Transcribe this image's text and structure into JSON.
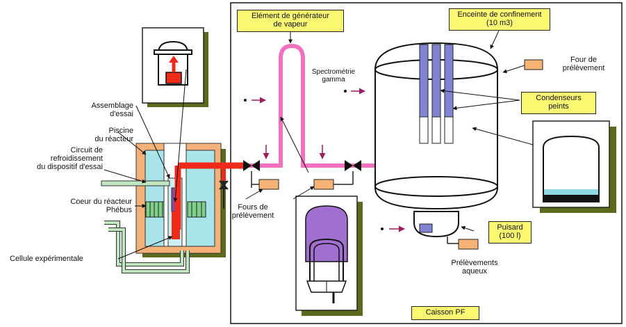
{
  "labels": {
    "steam_generator": {
      "line1": "Elément de générateur",
      "line2": "de vapeur"
    },
    "containment": {
      "line1": "Enceinte de confinement",
      "line2": "(10 m3)"
    },
    "sampling_oven_top": {
      "line1": "Four de",
      "line2": "prélèvement"
    },
    "gamma": {
      "line1": "Spectrométrie",
      "line2": "gamma"
    },
    "condensers": {
      "line1": "Condenseurs",
      "line2": "peints"
    },
    "test_assembly": {
      "line1": "Assemblage",
      "line2": "d'essai"
    },
    "reactor_pool": {
      "line1": "Piscine",
      "line2": "du réacteur"
    },
    "cooling_circuit": {
      "line1": "Circuit de",
      "line2": "refroidissement",
      "line3": "du dispositif d'essai"
    },
    "reactor_core": {
      "line1": "Coeur du réacteur",
      "line2": "Phébus"
    },
    "experimental_cell": "Cellule expérimentale",
    "sampling_ovens": {
      "line1": "Fours de",
      "line2": "prélèvement"
    },
    "sump": {
      "line1": "Puisard",
      "line2": "(100 l)"
    },
    "aqueous_samples": {
      "line1": "Prélèvements",
      "line2": "aqueux"
    },
    "caisson": "Caisson PF"
  },
  "colors": {
    "pipe_pink": "#f46fc0",
    "hot_pipe_red": "#ee2a1a",
    "pool_cyan": "#a8e4ea",
    "pool_frame_tan": "#f4b27a",
    "oven_orange": "#f7b276",
    "label_yellow": "#fbf871",
    "condenser_violet": "#8383d4",
    "purple_vessel": "#a06fd0",
    "shadow_olive": "#5b6b1e",
    "water_cyan": "#8fd9e3",
    "arrow_purple": "#a01a60"
  },
  "icons": [
    "valve-icon",
    "flow-arrow-icon",
    "condenser-tube-icon",
    "oven-icon",
    "vessel-inset-icon"
  ]
}
